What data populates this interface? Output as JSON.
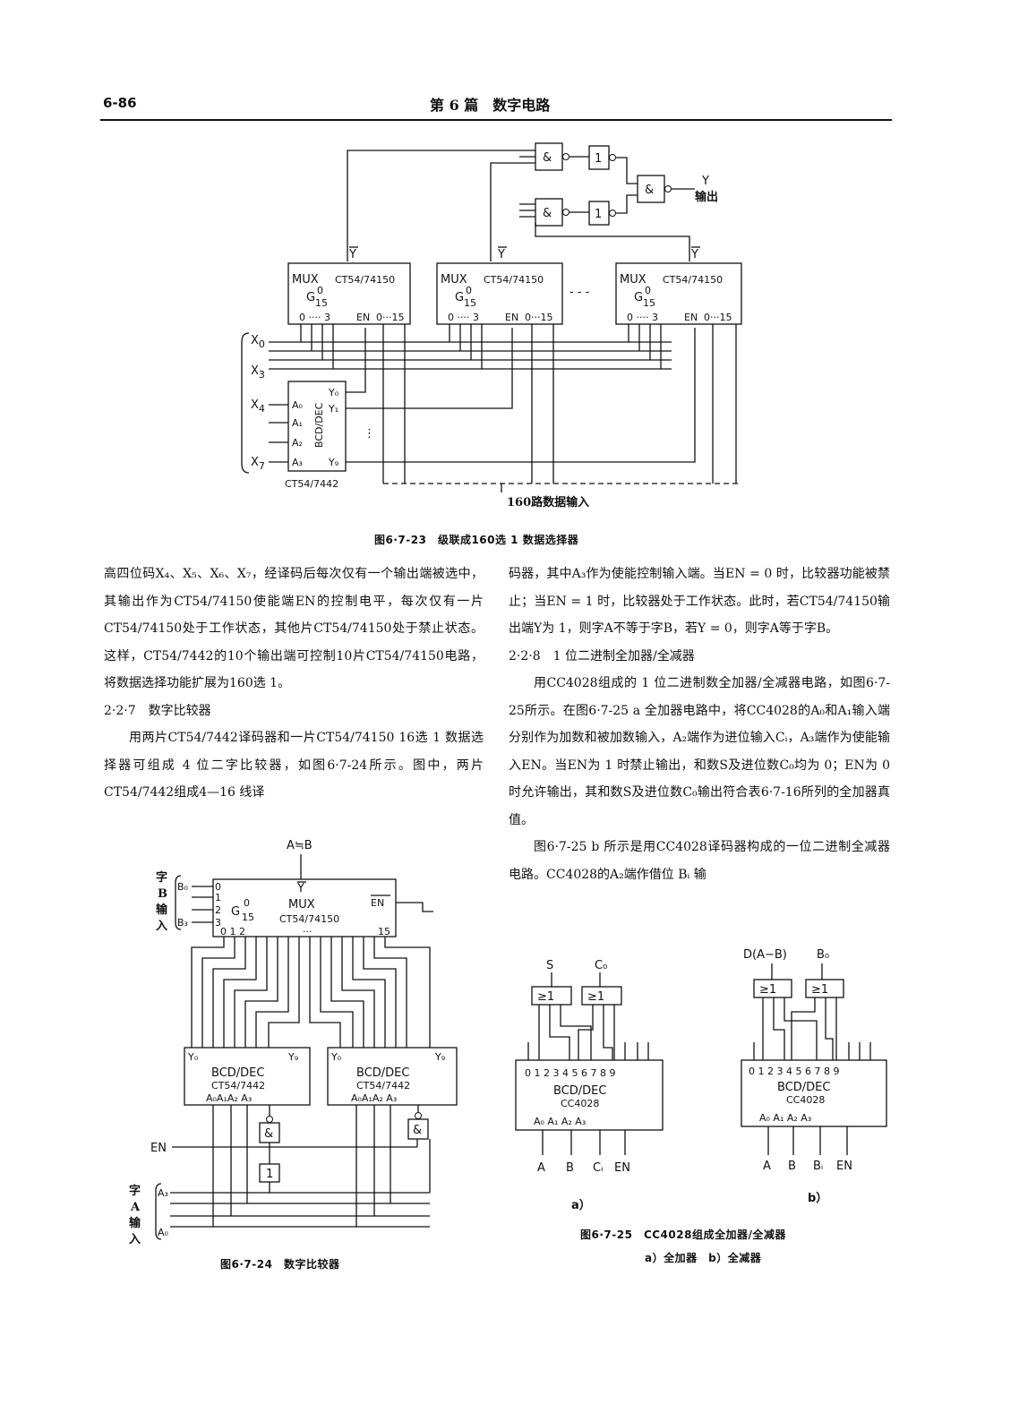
{
  "header": {
    "page_number": "6-86",
    "title": "第 6 篇　数字电路"
  },
  "fig23": {
    "caption": "图6·7-23　级联成160选 1 数据选择器",
    "and_gate": "&",
    "not_gate": "1",
    "out_y": "Y",
    "out_label": "输出",
    "ybar": "Y",
    "mux_name": "MUX",
    "mux_part": "CT54/74150",
    "mux_g": "G",
    "mux_g_sup": "0",
    "mux_g_sub": "15",
    "mux_pins_left": "0 ···· 3",
    "mux_en": "EN",
    "mux_pins_right": "0···15",
    "dash": "- - -",
    "x0": "X",
    "x0_sub": "0",
    "x3": "X",
    "x3_sub": "3",
    "x4": "X",
    "x4_sub": "4",
    "x7": "X",
    "x7_sub": "7",
    "dec_name": "BCD/DEC",
    "dec_part": "CT54/7442",
    "a0": "A₀",
    "a1": "A₁",
    "a2": "A₂",
    "a3": "A₃",
    "y0": "Y₀",
    "y1": "Y₁",
    "y9": "Y₉",
    "data_in": "160路数据输入"
  },
  "fig24": {
    "caption": "图6·7-24　数字比较器",
    "top": "A≒B",
    "b_input": "字\nB\n输\n入",
    "b0": "B₀",
    "b3": "B₃",
    "mux_name": "MUX",
    "mux_part": "CT54/74150",
    "mux_ybar": "Y",
    "mux_en": "EN",
    "mux_g": "G",
    "mux_g_sup": "0",
    "mux_g_sub": "15",
    "pins_012": "0 1 2",
    "pins_dots": "···",
    "pin_15": "15",
    "side_0": "0",
    "side_1": "1",
    "side_2": "2",
    "side_3": "3",
    "dec_name": "BCD/DEC",
    "dec_part": "CT54/7442",
    "dec_pins": "A₀A₁A₂ A₃",
    "y0": "Y₀",
    "y9": "Y₉",
    "en": "EN",
    "and_gate": "&",
    "not_gate": "1",
    "a_input": "字\nA\n输\n入",
    "a3": "A₃",
    "a0": "A₀"
  },
  "fig25": {
    "caption": "图6·7-25　CC4028组成全加器/全减器",
    "subcaption": "a）全加器　b）全减器",
    "label_a": "a）",
    "label_b": "b）",
    "s": "S",
    "c0": "C₀",
    "d": "D(A−B)",
    "b0": "B₀",
    "or_gate": "≥1",
    "pins": "0 1 2  3 4  5 6 7  8 9",
    "dec_name": "BCD/DEC",
    "dec_part": "CC4028",
    "dec_in": "A₀  A₁  A₂  A₃",
    "in_a": "A",
    "in_b": "B",
    "in_ci": "Cᵢ",
    "in_bi": "Bᵢ",
    "in_en": "EN"
  },
  "text": {
    "left_p1": "高四位码X₄、X₅、X₆、X₇，经译码后每次仅有一个输出端被选中，其输出作为CT54/74150使能端EN的控制电平，每次仅有一片CT54/74150处于工作状态，其他片CT54/74150处于禁止状态。这样，CT54/7442的10个输出端可控制10片CT54/74150电路，将数据选择功能扩展为160选 1。",
    "sec_227": "2·2·7　数字比较器",
    "left_p2": "用两片CT54/7442译码器和一片CT54/74150 16选 1 数据选择器可组成 4 位二字比较器，如图6·7-24所示。图中，两片CT54/7442组成4—16 线译",
    "right_p1": "码器，其中A₃作为使能控制输入端。当EN = 0 时，比较器功能被禁止；当EN = 1 时，比较器处于工作状态。此时，若CT54/74150输出端Y为 1，则字A不等于字B，若Y = 0，则字A等于字B。",
    "sec_228": "2·2·8　1 位二进制全加器/全减器",
    "right_p2": "用CC4028组成的 1 位二进制数全加器/全减器电路，如图6·7-25所示。在图6·7-25 a 全加器电路中，将CC4028的A₀和A₁输入端分别作为加数和被加数输入，A₂端作为进位输入Cᵢ，A₃端作为使能输入EN。当EN为 1 时禁止输出，和数S及进位数C₀均为 0；EN为 0 时允许输出，其和数S及进位数C₀输出符合表6·7-16所列的全加器真值。",
    "right_p3": "图6·7-25 b 所示是用CC4028译码器构成的一位二进制全减器电路。CC4028的A₂端作借位 Bᵢ 输"
  }
}
